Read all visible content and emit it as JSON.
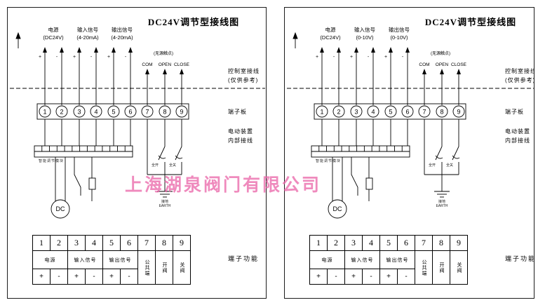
{
  "page": {
    "watermark": "上海湖泉阀门有限公司"
  },
  "panels": [
    {
      "title": "DC24V调节型接线图",
      "top_labels": [
        {
          "name": "电源",
          "sub": "(DC24V)"
        },
        {
          "name": "输入信号",
          "sub": "(4-20mA)"
        },
        {
          "name": "输出信号",
          "sub": "(4-20mA)"
        }
      ],
      "dry_contact": "(无源触点)",
      "contact_labels": [
        "COM",
        "OPEN",
        "CLOSE"
      ],
      "polarity": [
        "+",
        "-",
        "+",
        "-",
        "+",
        "-"
      ],
      "side_labels": {
        "control_room": [
          "控制室接线",
          "(仅供参考)"
        ],
        "terminal_board": "端子板",
        "device": [
          "电动装置",
          "内部接线"
        ],
        "terminal_function": "端子功能"
      },
      "module_label": "智能调节模块",
      "switch_labels": [
        "全开",
        "全关"
      ],
      "motor_label": "DC",
      "earth_labels": [
        "接地",
        "EARTH"
      ],
      "terminals": [
        "1",
        "2",
        "3",
        "4",
        "5",
        "6",
        "7",
        "8",
        "9"
      ],
      "table": {
        "numbers": [
          "1",
          "2",
          "3",
          "4",
          "5",
          "6",
          "7",
          "8",
          "9"
        ],
        "groups": [
          {
            "label": "电源",
            "span": 2
          },
          {
            "label": "输入信号",
            "span": 2
          },
          {
            "label": "输出信号",
            "span": 2
          }
        ],
        "vertical": [
          "公共端",
          "开阀",
          "关阀"
        ],
        "signs": [
          "+",
          "-",
          "+",
          "-",
          "+",
          "-"
        ]
      }
    },
    {
      "title": "DC24V调节型接线图",
      "top_labels": [
        {
          "name": "电源",
          "sub": "(DC24V)"
        },
        {
          "name": "输入信号",
          "sub": "(0-10V)"
        },
        {
          "name": "输出信号",
          "sub": "(0-10V)"
        }
      ],
      "dry_contact": "(无源触点)",
      "contact_labels": [
        "COM",
        "OPEN",
        "CLOSE"
      ],
      "polarity": [
        "+",
        "-",
        "+",
        "-",
        "+",
        "-"
      ],
      "side_labels": {
        "control_room": [
          "控制室接线",
          "(仅供参考)"
        ],
        "terminal_board": "端子板",
        "device": [
          "电动装置",
          "内部接线"
        ],
        "terminal_function": "端子功能"
      },
      "module_label": "智能调节模块",
      "switch_labels": [
        "全开",
        "全关"
      ],
      "motor_label": "DC",
      "earth_labels": [
        "接地",
        "EARTH"
      ],
      "terminals": [
        "1",
        "2",
        "3",
        "4",
        "5",
        "6",
        "7",
        "8",
        "9"
      ],
      "table": {
        "numbers": [
          "1",
          "2",
          "3",
          "4",
          "5",
          "6",
          "7",
          "8",
          "9"
        ],
        "groups": [
          {
            "label": "电源",
            "span": 2
          },
          {
            "label": "输入信号",
            "span": 2
          },
          {
            "label": "输出信号",
            "span": 2
          }
        ],
        "vertical": [
          "公共端",
          "开阀",
          "关阀"
        ],
        "signs": [
          "+",
          "-",
          "+",
          "-",
          "+",
          "-"
        ]
      }
    }
  ]
}
